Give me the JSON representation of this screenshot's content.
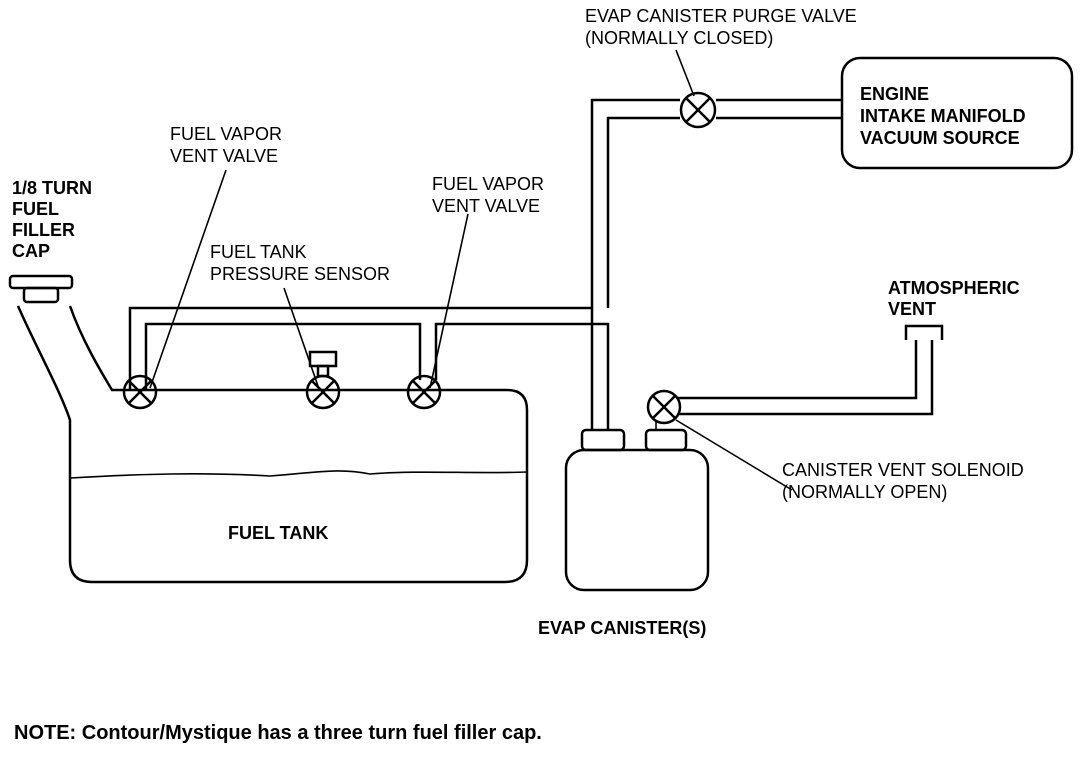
{
  "labels": {
    "purge_valve": [
      "EVAP CANISTER PURGE VALVE",
      "(NORMALLY CLOSED)"
    ],
    "engine": [
      "ENGINE",
      "INTAKE MANIFOLD",
      "VACUUM SOURCE"
    ],
    "filler_cap": [
      "1/8 TURN",
      "FUEL",
      "FILLER",
      "CAP"
    ],
    "vent_valve_left": [
      "FUEL VAPOR",
      "VENT VALVE"
    ],
    "vent_valve_right": [
      "FUEL VAPOR",
      "VENT VALVE"
    ],
    "pressure_sensor": [
      "FUEL TANK",
      "PRESSURE SENSOR"
    ],
    "atmospheric_vent": [
      "ATMOSPHERIC",
      "VENT"
    ],
    "vent_solenoid": [
      "CANISTER VENT SOLENOID",
      "(NORMALLY OPEN)"
    ],
    "fuel_tank": "FUEL TANK",
    "evap_canister": "EVAP CANISTER(S)"
  },
  "note": "NOTE:  Contour/Mystique has a three turn fuel filler cap."
}
